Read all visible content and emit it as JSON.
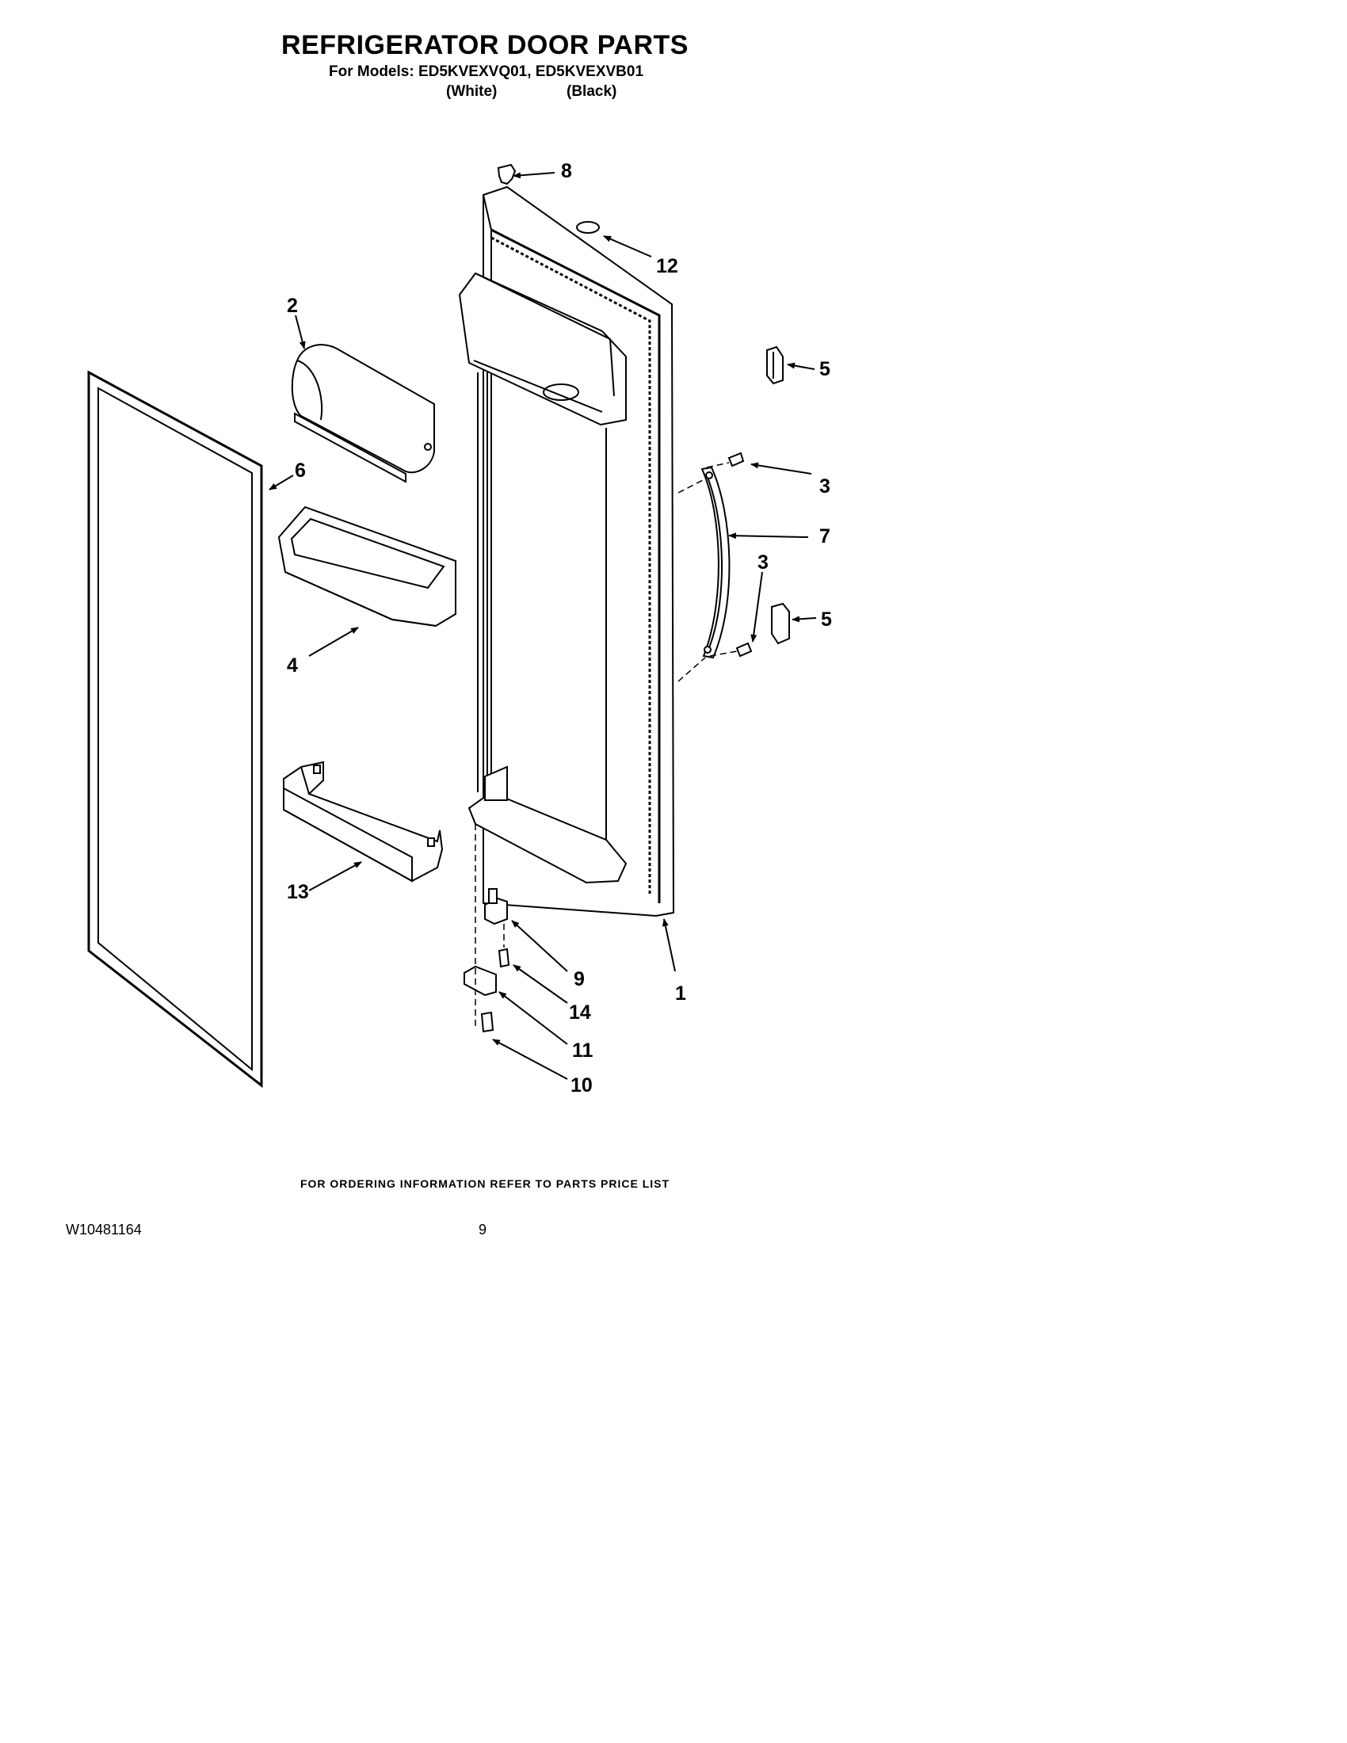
{
  "header": {
    "title": "REFRIGERATOR DOOR PARTS",
    "models_line": "For Models: ED5KVEXVQ01, ED5KVEXVB01",
    "variant_white": "(White)",
    "variant_black": "(Black)"
  },
  "callouts": [
    "8",
    "12",
    "2",
    "5",
    "6",
    "3",
    "7",
    "3",
    "5",
    "4",
    "13",
    "9",
    "1",
    "14",
    "11",
    "10"
  ],
  "footer": {
    "ordering_note": "FOR ORDERING INFORMATION REFER TO PARTS PRICE LIST",
    "doc_number": "W10481164",
    "page_number": "9"
  }
}
